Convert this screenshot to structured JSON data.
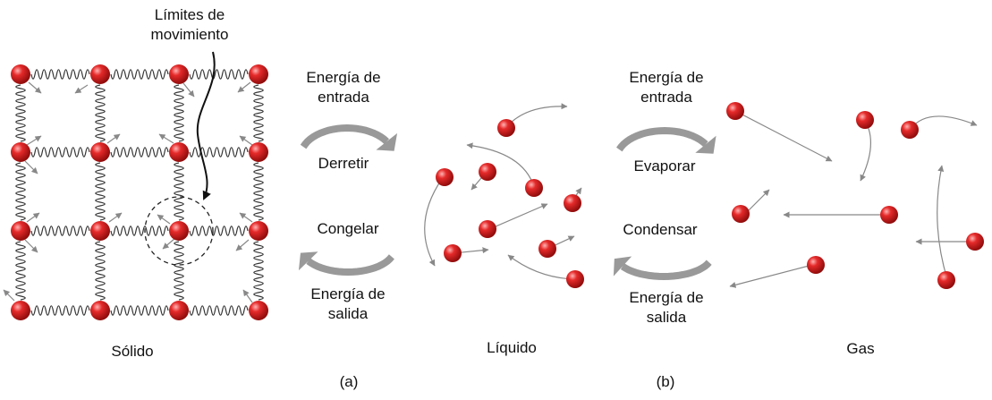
{
  "labels": {
    "limits_line1": "Límites de",
    "limits_line2": "movimiento",
    "solid": "Sólido",
    "liquid": "Líquido",
    "gas": "Gas",
    "panel_a": "(a)",
    "panel_b": "(b)"
  },
  "transition_a": {
    "energy_in_line1": "Energía de",
    "energy_in_line2": "entrada",
    "forward": "Derretir",
    "backward": "Congelar",
    "energy_out_line1": "Energía de",
    "energy_out_line2": "salida"
  },
  "transition_b": {
    "energy_in_line1": "Energía de",
    "energy_in_line2": "entrada",
    "forward": "Evaporar",
    "backward": "Condensar",
    "energy_out_line1": "Energía de",
    "energy_out_line2": "salida"
  },
  "colors": {
    "particle": "#d81e1e",
    "spring": "#333333",
    "motion_arrow": "#888888",
    "transition_arrow": "#999999",
    "pointer_arrow": "#111111"
  }
}
